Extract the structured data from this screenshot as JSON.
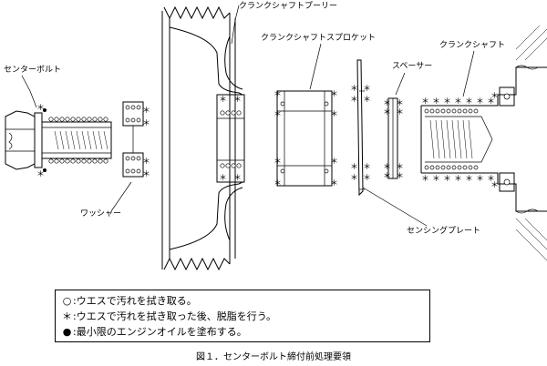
{
  "labels": {
    "pulley": "クランクシャフトプーリー",
    "sprocket": "クランクシャフトスプロケット",
    "crankshaft": "クランクシャフト",
    "center_bolt": "センターボルト",
    "spacer": "スペーサー",
    "washer": "ワッシャー",
    "sensing_plate": "センシングプレート"
  },
  "legend": {
    "items": [
      {
        "symbol": "○",
        "text": ":ウエスで汚れを拭き取る。"
      },
      {
        "symbol": "＊",
        "text": ":ウエスで汚れを拭き取った後、脱脂を行う。"
      },
      {
        "symbol": "●",
        "text": ":最小限のエンジンオイルを塗布する。"
      }
    ]
  },
  "caption": "図１．センターボルト締付前処理要領"
}
